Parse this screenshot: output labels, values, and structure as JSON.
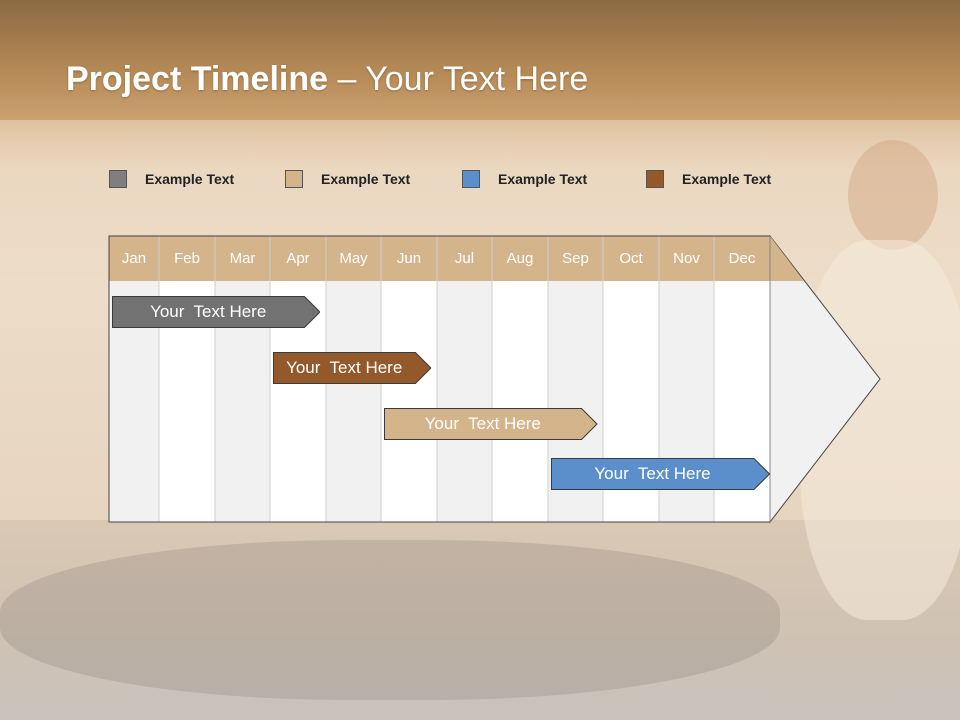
{
  "title": {
    "bold": "Project Timeline",
    "rest": " – Your Text Here"
  },
  "legend": [
    {
      "label": "Example Text",
      "color": "#7f7f7f"
    },
    {
      "label": "Example Text",
      "color": "#d4b48a"
    },
    {
      "label": "Example Text",
      "color": "#5b8fcc"
    },
    {
      "label": "Example Text",
      "color": "#94592a"
    }
  ],
  "months": [
    "Jan",
    "Feb",
    "Mar",
    "Apr",
    "May",
    "Jun",
    "Jul",
    "Aug",
    "Sep",
    "Oct",
    "Nov",
    "Dec"
  ],
  "tasks": [
    {
      "label": "Your  Text Here",
      "start": 0,
      "end": 3.9,
      "color": "#727272"
    },
    {
      "label": "Your  Text Here",
      "start": 3.0,
      "end": 5.9,
      "color": "#94592a"
    },
    {
      "label": "Your  Text Here",
      "start": 5.0,
      "end": 8.9,
      "color": "#d4b48a"
    },
    {
      "label": "Your  Text Here",
      "start": 8.0,
      "end": 12.0,
      "color": "#5b8fcc"
    }
  ],
  "colors": {
    "header": "#d4b48a",
    "col_light": "#ffffff",
    "col_dark": "#f1f1f1"
  }
}
